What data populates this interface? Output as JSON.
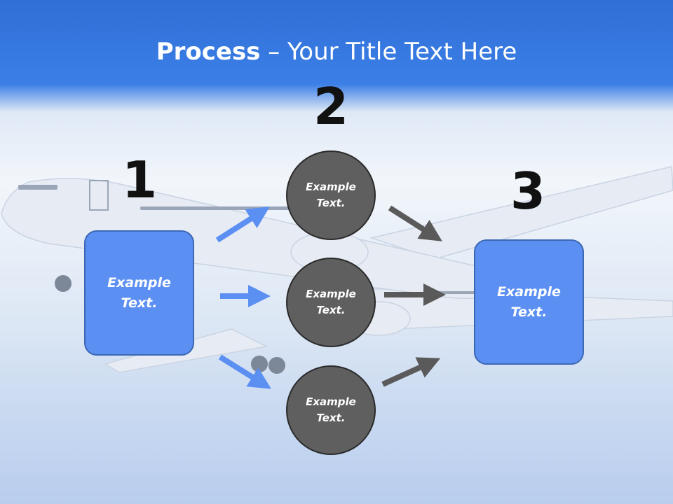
{
  "title": {
    "bold": "Process",
    "rest": " – Your Title Text Here"
  },
  "steps": [
    {
      "number": "1",
      "label": "Example Text."
    },
    {
      "number": "2",
      "labels": [
        "Example Text.",
        "Example Text.",
        "Example Text."
      ]
    },
    {
      "number": "3",
      "label": "Example Text."
    }
  ],
  "colors": {
    "header_blue": "#3b7fe6",
    "box_blue": "#5b8ff2",
    "circle_gray": "#5f5f5f",
    "arrow_blue": "#5b8ff2",
    "arrow_gray": "#5a5a5a"
  }
}
